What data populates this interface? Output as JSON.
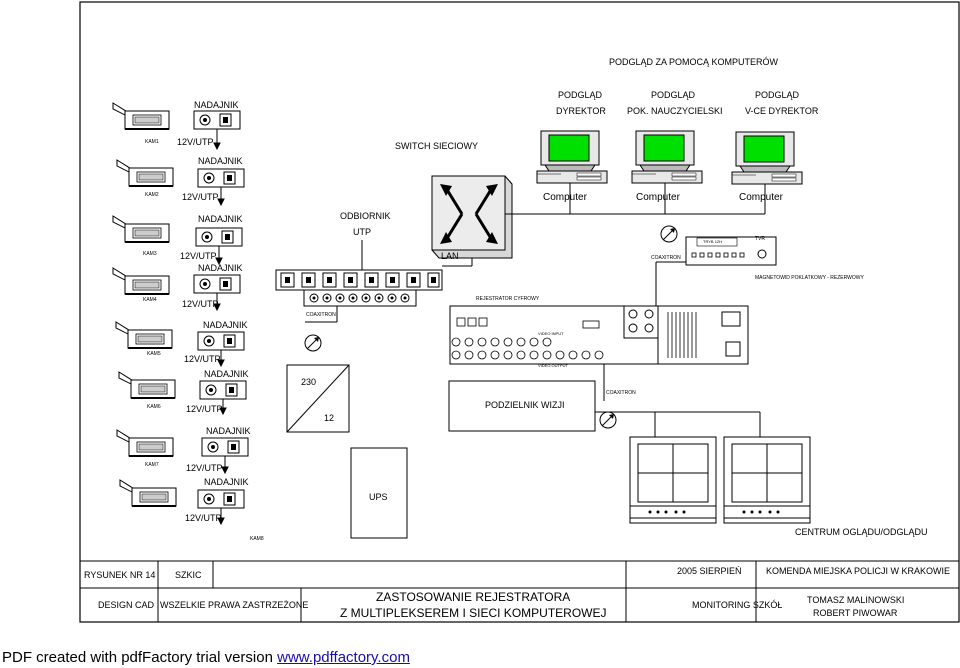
{
  "header": {
    "podglad_komputer": "PODGLĄD ZA POMOCĄ KOMPUTERÓW",
    "switch": "SWITCH SIECIOWY",
    "lan": "LAN",
    "odbiornik": "ODBIORNIK",
    "utp": "UTP"
  },
  "stations": [
    {
      "line1": "PODGLĄD",
      "line2": "DYREKTOR",
      "computer": "Computer"
    },
    {
      "line1": "PODGLĄD",
      "line2": "POK. NAUCZYCIELSKI",
      "computer": "Computer"
    },
    {
      "line1": "PODGLĄD",
      "line2": "V-CE DYREKTOR",
      "computer": "Computer"
    }
  ],
  "cameras": [
    {
      "kam": "KAM1",
      "tx": "NADAJNIK",
      "link": "12V/UTP"
    },
    {
      "kam": "KAM2",
      "tx": "NADAJNIK",
      "link": "12V/UTP"
    },
    {
      "kam": "KAM3",
      "tx": "NADAJNIK",
      "link": "12V/UTP"
    },
    {
      "kam": "KAM4",
      "tx": "NADAJNIK",
      "link": "12V/UTP"
    },
    {
      "kam": "KAM5",
      "tx": "NADAJNIK",
      "link": "12V/UTP"
    },
    {
      "kam": "KAM6",
      "tx": "NADAJNIK",
      "link": "12V/UTP"
    },
    {
      "kam": "KAM7",
      "tx": "NADAJNIK",
      "link": "12V/UTP"
    },
    {
      "kam": "KAM8",
      "tx": "NADAJNIK",
      "link": "12V/UTP"
    }
  ],
  "devices": {
    "coax_a": "COAXITRON",
    "coax_b": "COAXITRON",
    "coax_c": "COAXITRON",
    "tvr_display": "TRYB 12H",
    "tvr_label": "TVR",
    "magnetowid": "MAGNETOWID POKLATKOWY - REZERWOWY",
    "rejestrator": "REJESTRATOR CYFROWY",
    "video_input": "VIDEO INPUT",
    "video_output": "VIDEO OUTPUT",
    "psu_in": "230",
    "psu_out": "12",
    "podzielnik": "PODZIELNIK WIZJI",
    "ups": "UPS",
    "centrum": "CENTRUM OGLĄDU/ODGLĄDU"
  },
  "titleblock": {
    "rysunek": "RYSUNEK NR 14",
    "szkic": "SZKIC",
    "data": "2005 SIERPIEŃ",
    "klient": "KOMENDA MIEJSKA POLICJI W KRAKOWIE",
    "design": "DESIGN CAD",
    "prawa": "WSZELKIE PRAWA ZASTRZEŻONE",
    "tytul1": "ZASTOSOWANIE REJESTRATORA",
    "tytul2": "Z MULTIPLEKSEREM I SIECI KOMPUTEROWEJ",
    "projekt": "MONITORING SZKÓŁ",
    "autor1": "TOMASZ MALINOWSKI",
    "autor2": "ROBERT PIWOWAR"
  },
  "footer": {
    "prefix": "PDF created with pdfFactory trial version ",
    "link": "www.pdffactory.com"
  },
  "colors": {
    "screen": "#00e000",
    "line": "#000000",
    "link": "#1a0dab"
  }
}
